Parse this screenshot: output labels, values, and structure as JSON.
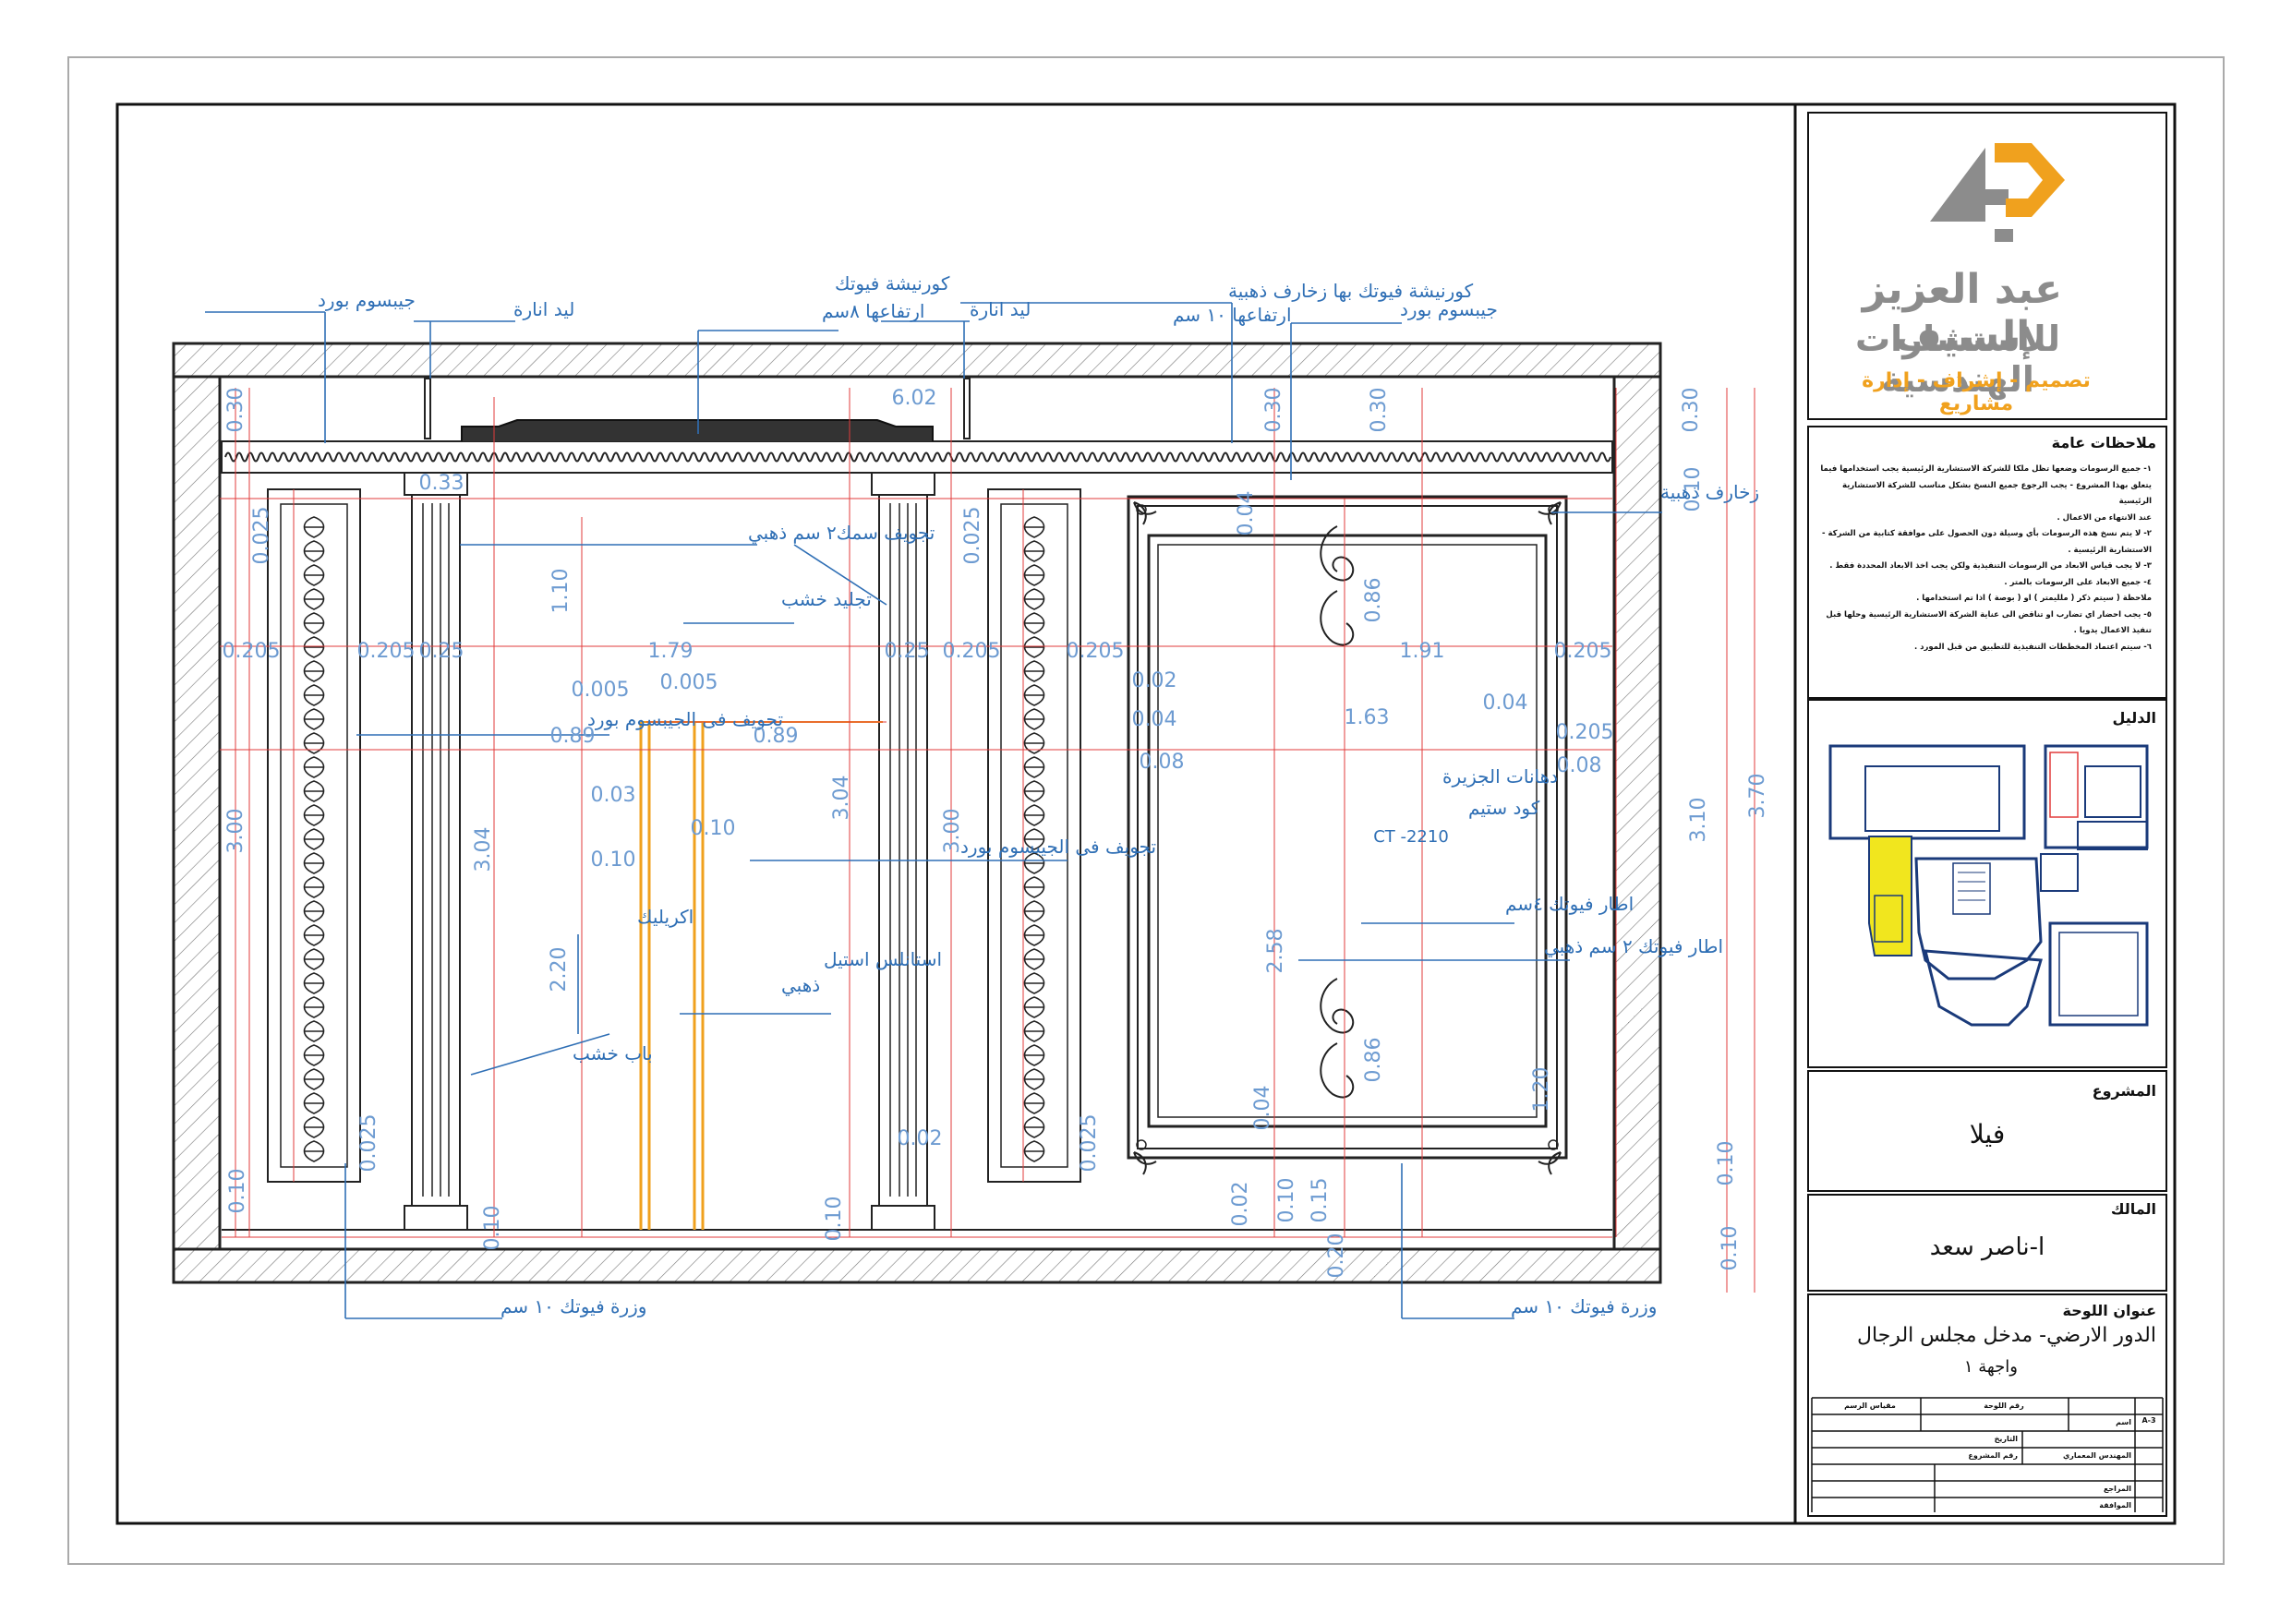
{
  "company": {
    "logo_mark": "4D",
    "name_line1": "عبد العزيز السيف",
    "name_line2": "للإستشارات الهندسية",
    "services": "تصميم - إشراف - إدارة مشاريع",
    "colors": {
      "gray": "#8c8c8c",
      "orange": "#f0a11e"
    }
  },
  "notes": {
    "title": "ملاحظات عامة",
    "items": [
      "١- جميع الرسومات وضعها تظل ملكا للشركة الاستشارية الرئيسية يجب استخدامها فيما",
      "يتعلق بهذا المشروع - يجب الرجوع جميع النسخ بشكل مناسب للشركة الاستشارية الرئيسية",
      "عند الانتهاء من الاعمال .",
      "٢- لا يتم نسخ هذه الرسومات بأي وسيلة دون الحصول على موافقة كتابية من الشركة -",
      "الاستشارية الرئيسية .",
      "٣- لا يجب قياس الابعاد من الرسومات التنفيذية ولكن يجب اخذ الابعاد المحددة فقط .",
      "٤- جميع الابعاد على الرسومات بالمتر .",
      "ملاحظة ( سيتم ذكر ( ملليمتر ) او ( بوصة ) اذا تم استخدامها .",
      "٥- يجب احضار اي تضارب او تناقض الى عناية الشركة الاستشارية الرئيسية وحلها قبل",
      "تنفيذ الاعمال يدويا .",
      "٦- سيتم اعتماد المخططات التنفيذية للتطبيق من قبل المورد ."
    ]
  },
  "guide": {
    "title": "الدليل"
  },
  "project": {
    "label": "المشروع",
    "value": "فيلا"
  },
  "owner": {
    "label": "المالك",
    "value": "ا-ناصر سعد"
  },
  "sheet": {
    "label": "عنوان اللوحة",
    "line1": "الدور الارضي- مدخل مجلس الرجال",
    "line2": "واجهة ١"
  },
  "table": {
    "drawing_no": "رقم اللوحة",
    "scale": "مقياس الرسم",
    "drawn_by": "اسم",
    "date": "التاريخ",
    "project_no": "رقم المشروع",
    "engineer": "المهندس المعماري",
    "review": "المراجع",
    "approval": "الموافقة",
    "sheet_code": "A-3"
  },
  "drawing": {
    "labels": {
      "gypsum_left": "جيبسوم بورد",
      "led_left": "ليد انارة",
      "cornice_8": "كورنيشة فيوتك",
      "cornice_8_height": "ارتفاعها ٨سم",
      "led_right": "ليد انارة",
      "cornice_10": "كورنيشة فيوتك بها زخارف ذهبية",
      "cornice_10_height": "ارتفاعها ١٠ سم",
      "gypsum_right": "جيبسوم بورد",
      "gold_ornament": "زخارف ذهبية",
      "groove_gold": "تجويف سمك٢ سم ذهبي",
      "wood_cladding": "تجليد خشب",
      "groove_gypsum_left": "تجويف فى الجيبسوم بورد",
      "groove_gypsum_mid": "تجويف فى الجيبسوم بورد",
      "acrylic": "اكريليك",
      "steel_1": "استانلس استيل",
      "steel_2": "ذهبي",
      "wood_door": "باب خشب",
      "paint_1": "دهانات الجزيرة",
      "paint_2": "كود ستيم",
      "paint_code": "CT -2210",
      "frame_4": "اطار فيوتك ٤سم",
      "frame_2": "اطار فيوتك ٢ سم ذهبي",
      "skirting_left": "وزرة فيوتك ١٠ سم",
      "skirting_right": "وزرة فيوتك ١٠ سم"
    },
    "dims": {
      "d602": "6.02",
      "d030": "0.30",
      "d010": "0.10",
      "d025": "0.025",
      "d0205": "0.205",
      "d025b": "0.25",
      "d179": "1.79",
      "d191": "1.91",
      "d089": "0.89",
      "d0005": "0.005",
      "d003": "0.03",
      "d300": "3.00",
      "d304": "3.04",
      "d220": "2.20",
      "d258": "2.58",
      "d086": "0.86",
      "d163": "1.63",
      "d004": "0.04",
      "d002": "0.02",
      "d008": "0.08",
      "d370": "3.70",
      "d310": "3.10",
      "d110": "1.10",
      "d120": "1.20",
      "d033": "0.33",
      "d0015": "0.15",
      "d020": "0.20"
    }
  }
}
